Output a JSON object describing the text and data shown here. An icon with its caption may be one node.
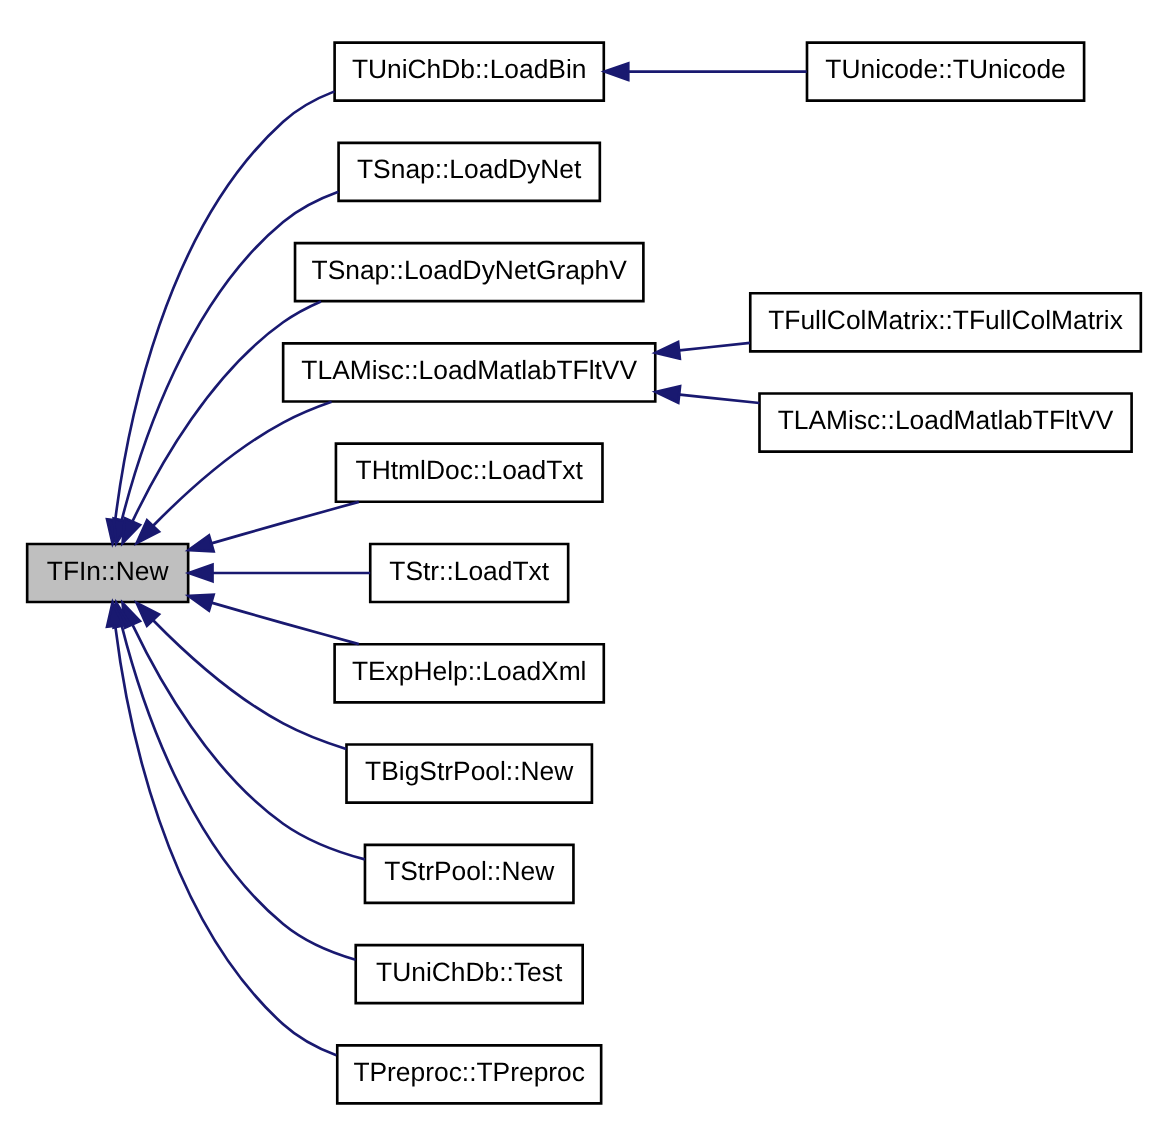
{
  "diagram": {
    "nodes": [
      {
        "text": [
          "TFIn::New"
        ]
      },
      {
        "text": [
          "TUniChDb::LoadBin"
        ]
      },
      {
        "text": [
          "TUnicode::TUnicode"
        ]
      },
      {
        "text": [
          "TSnap::LoadDyNet"
        ]
      },
      {
        "text": [
          "TSnap::LoadDyNetGraphV"
        ]
      },
      {
        "text": [
          "TLAMisc::LoadMatlabTFltVV"
        ]
      },
      {
        "text": [
          "TFullColMatrix::TFullColMatrix"
        ]
      },
      {
        "text": [
          "TLAMisc::LoadMatlabTFltVV"
        ]
      },
      {
        "text": [
          "THtmlDoc::LoadTxt"
        ]
      },
      {
        "text": [
          "TStr::LoadTxt"
        ]
      },
      {
        "text": [
          "TExpHelp::LoadXml"
        ]
      },
      {
        "text": [
          "TBigStrPool::New"
        ]
      },
      {
        "text": [
          "TStrPool::New"
        ]
      },
      {
        "text": [
          "TUniChDb::Test"
        ]
      },
      {
        "text": [
          "TPreproc::TPreproc"
        ]
      }
    ],
    "edges": [
      {
        "from": 1,
        "to": 0,
        "arrow": "to"
      },
      {
        "from": 2,
        "to": 1,
        "arrow": "to"
      },
      {
        "from": 3,
        "to": 0,
        "arrow": "to"
      },
      {
        "from": 4,
        "to": 0,
        "arrow": "to"
      },
      {
        "from": 5,
        "to": 0,
        "arrow": "to"
      },
      {
        "from": 6,
        "to": 5,
        "arrow": "to"
      },
      {
        "from": 7,
        "to": 5,
        "arrow": "to"
      },
      {
        "from": 8,
        "to": 0,
        "arrow": "to"
      },
      {
        "from": 9,
        "to": 0,
        "arrow": "to"
      },
      {
        "from": 10,
        "to": 0,
        "arrow": "to"
      },
      {
        "from": 11,
        "to": 0,
        "arrow": "to"
      },
      {
        "from": 12,
        "to": 0,
        "arrow": "to"
      },
      {
        "from": 13,
        "to": 0,
        "arrow": "to"
      },
      {
        "from": 14,
        "to": 0,
        "arrow": "to"
      }
    ]
  }
}
